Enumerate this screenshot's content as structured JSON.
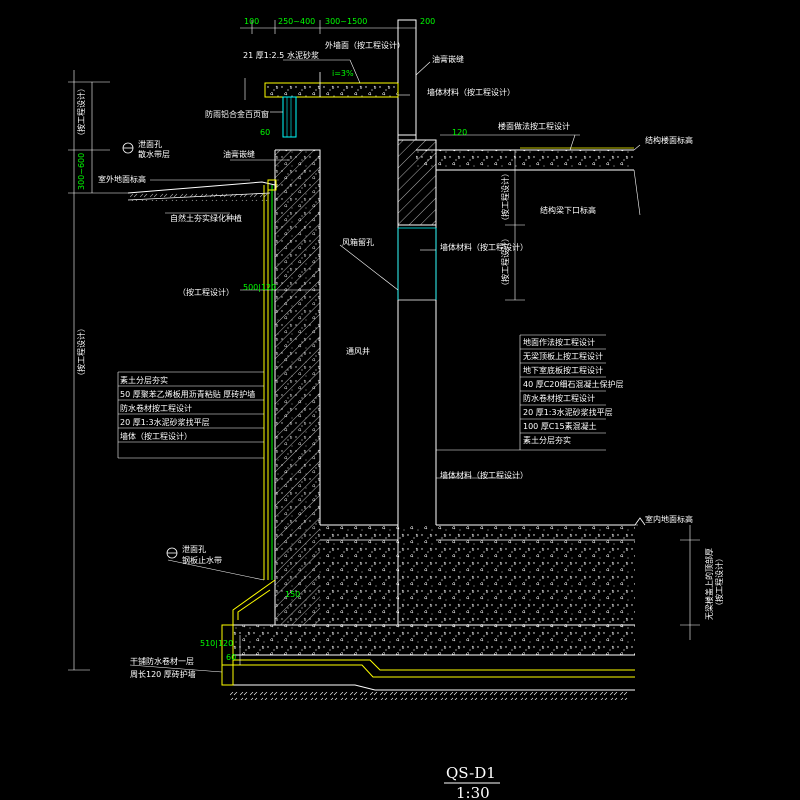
{
  "title": {
    "code": "QS-D1",
    "scale": "1:30"
  },
  "dims_top": [
    "100",
    "250~400",
    "300~1500",
    "200"
  ],
  "wall_labels": {
    "plaster": "21 厚1:2.5",
    "cement_mortar": "水泥砂浆",
    "outer_face": "外墙面（按工程设计）",
    "i3": "i=3%",
    "asphalt_top": "油膏嵌缝",
    "wall_material_top": "墙体材料（按工程设计）",
    "louver": "防雨铝合金百页窗",
    "dim_60a": "60",
    "dim_120": "120",
    "floor_finish": "楼面做法按工程设计",
    "struct_floor": "结构楼面标高",
    "struct_beam": "结构梁下口标高",
    "asphalt_mid": "油膏嵌缝",
    "outdoor_ground": "室外地面标高",
    "natural_soil": "自然土夯实绿化种植",
    "pipe_top": "泄面孔",
    "pipe_top2": "散水带层",
    "ventilation_hole": "风箱留孔",
    "per_design_1": "（按工程设计）",
    "dim_wall": "500|120",
    "wall_material_mid": "墙体材料（按工程设计）",
    "wall_material_low": "墙体材料（按工程设计）",
    "shaft": "通风井",
    "indoor_floor": "室内地面标高",
    "dim_510_120": "510|120",
    "dim_60b": "60",
    "waterproof_note": "干铺防水卷材一层",
    "perimeter_note": "周长120 厚砖护墙",
    "pipe_bottom": "泄面孔",
    "pipe_bottom2": "钢板止水带",
    "dim_150": "150"
  },
  "left_dims": [
    "（按工程设计）",
    "300~600",
    "（按工程设计）"
  ],
  "right_dims": [
    "（按工程设计）",
    "（按工程设计）",
    "无梁楼盖上的顶部厚",
    "（按工程设计）"
  ],
  "layers_left": [
    "素土分层夯实",
    "50 厚聚苯乙烯板用沥青粘贴 厚砖护墙",
    "防水卷材按工程设计",
    "20 厚1:3水泥砂浆找平层",
    "墙体（按工程设计）"
  ],
  "layers_right": [
    "地面作法按工程设计",
    "无梁顶板上按工程设计",
    "地下室底板按工程设计",
    "40 厚C20细石混凝土保护层",
    "防水卷材按工程设计",
    "20 厚1:3水泥砂浆找平层",
    "100 厚C15素混凝土",
    "素土分层夯实"
  ]
}
